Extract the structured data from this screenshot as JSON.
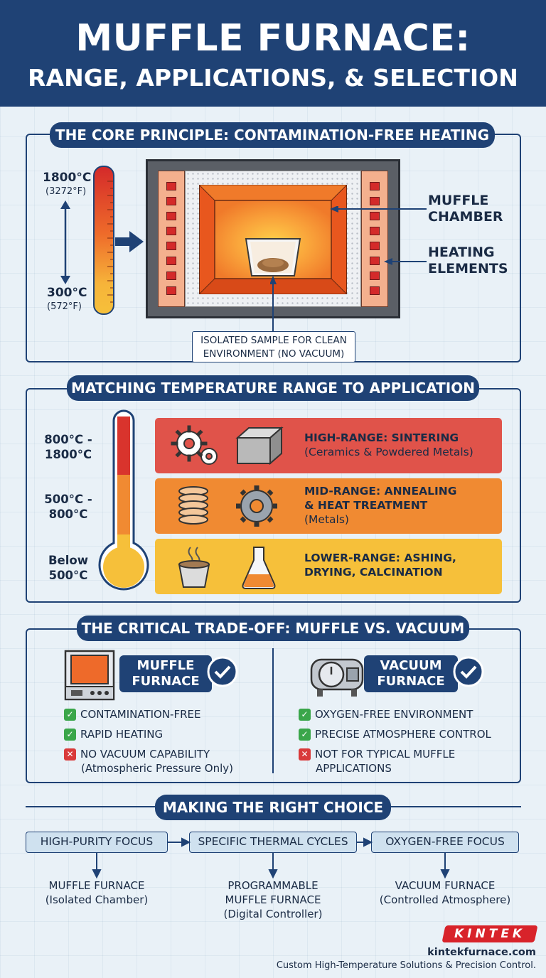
{
  "header": {
    "title_line1": "MUFFLE FURNACE:",
    "title_line2": "RANGE, APPLICATIONS, & SELECTION"
  },
  "core": {
    "heading": "THE CORE PRINCIPLE: CONTAMINATION-FREE HEATING",
    "temp_high": "1800°C",
    "temp_high_f": "(3272°F)",
    "temp_low": "300°C",
    "temp_low_f": "(572°F)",
    "label_chamber_1": "MUFFLE",
    "label_chamber_2": "CHAMBER",
    "label_elements_1": "HEATING",
    "label_elements_2": "ELEMENTS",
    "sample_line1": "ISOLATED SAMPLE FOR CLEAN",
    "sample_line2": "ENVIRONMENT (NO VACUUM)"
  },
  "ranges": {
    "heading": "MATCHING TEMPERATURE RANGE TO APPLICATION",
    "items": [
      {
        "range_1": "800°C -",
        "range_2": "1800°C",
        "title": "HIGH-RANGE: SINTERING",
        "sub": "(Ceramics & Powdered Metals)",
        "color": "#e0534a"
      },
      {
        "range_1": "500°C -",
        "range_2": "800°C",
        "title_1": "MID-RANGE: ANNEALING",
        "title_2": "& HEAT TREATMENT",
        "sub": "(Metals)",
        "color": "#f08a32"
      },
      {
        "range_1": "Below",
        "range_2": "500°C",
        "title_1": "LOWER-RANGE: ASHING,",
        "title_2": "DRYING, CALCINATION",
        "color": "#f6c03a"
      }
    ]
  },
  "tradeoff": {
    "heading": "THE CRITICAL TRADE-OFF: MUFFLE VS. VACUUM",
    "muffle": {
      "name_1": "MUFFLE",
      "name_2": "FURNACE",
      "f1": "CONTAMINATION-FREE",
      "f2": "RAPID HEATING",
      "f3": "NO VACUUM CAPABILITY",
      "f3_sub": "(Atmospheric Pressure Only)"
    },
    "vacuum": {
      "name_1": "VACUUM",
      "name_2": "FURNACE",
      "f1": "OXYGEN-FREE ENVIRONMENT",
      "f2": "PRECISE ATMOSPHERE CONTROL",
      "f3": "NOT FOR TYPICAL MUFFLE",
      "f3_sub": "APPLICATIONS"
    }
  },
  "choice": {
    "heading": "MAKING THE RIGHT CHOICE",
    "boxes": [
      "HIGH-PURITY FOCUS",
      "SPECIFIC THERMAL CYCLES",
      "OXYGEN-FREE FOCUS"
    ],
    "r1_1": "MUFFLE FURNACE",
    "r1_2": "(Isolated Chamber)",
    "r2_1": "PROGRAMMABLE",
    "r2_2": "MUFFLE FURNACE",
    "r2_3": "(Digital Controller)",
    "r3_1": "VACUUM FURNACE",
    "r3_2": "(Controlled Atmosphere)"
  },
  "footer": {
    "brand": "KINTEK",
    "url": "kintekfurnace.com",
    "tagline": "Custom High-Temperature Solutions & Precision Control."
  },
  "colors": {
    "navy": "#1f4275",
    "high": "#e0534a",
    "mid": "#f08a32",
    "low": "#f6c03a"
  }
}
